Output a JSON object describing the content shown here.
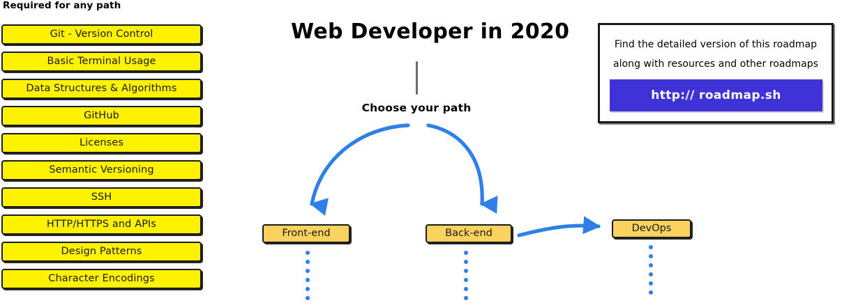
{
  "required_section": {
    "heading": "Required for any path",
    "items": [
      {
        "label": "Git - Version Control"
      },
      {
        "label": "Basic Terminal Usage"
      },
      {
        "label": "Data Structures & Algorithms"
      },
      {
        "label": "GitHub"
      },
      {
        "label": "Licenses"
      },
      {
        "label": "Semantic Versioning"
      },
      {
        "label": "SSH"
      },
      {
        "label": "HTTP/HTTPS and APIs"
      },
      {
        "label": "Design Patterns"
      },
      {
        "label": "Character Encodings"
      }
    ]
  },
  "center": {
    "title": "Web Developer in 2020",
    "choose_path_label": "Choose your path",
    "paths": [
      {
        "label": "Front-end"
      },
      {
        "label": "Back-end"
      },
      {
        "label": "DevOps"
      }
    ]
  },
  "info_card": {
    "line_1": "Find the detailed version of this roadmap",
    "line_2": "along with resources and other roadmaps",
    "cta_label": "http:// roadmap.sh"
  },
  "colors": {
    "required_box_fill": "#FFF200",
    "path_box_fill": "#FBD25E",
    "arrow_blue": "#2F7FE8",
    "cta_blue": "#3F32D6",
    "stem_gray": "#6B6B6B",
    "outline_black": "#1A1A1A"
  }
}
